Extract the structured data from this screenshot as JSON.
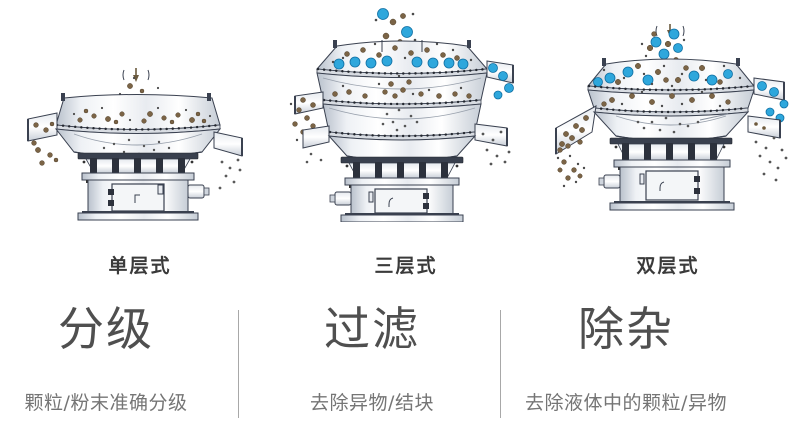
{
  "columns": [
    {
      "machine_label": "单层式",
      "title": "分级",
      "subtitle": "颗粒/粉末准确分级"
    },
    {
      "machine_label": "三层式",
      "title": "过滤",
      "subtitle": "去除异物/结块"
    },
    {
      "machine_label": "双层式",
      "title": "除杂",
      "subtitle": "去除液体中的颗粒/异物"
    }
  ],
  "colors": {
    "background": "#ffffff",
    "particle_blue": "#2ea7dc",
    "particle_brown": "#7b6446",
    "machine_stroke": "#3a4150",
    "divider": "#a8a8a8",
    "label_text": "#3a3a3a",
    "title_text": "#4f4f4f",
    "subtitle_text": "#757575"
  }
}
